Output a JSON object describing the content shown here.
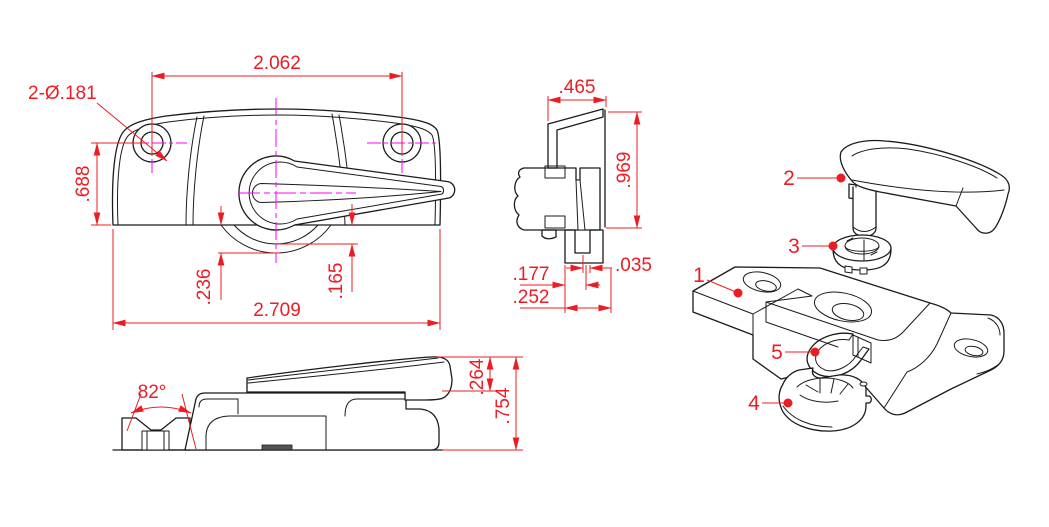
{
  "colors": {
    "dimension_red": "#ED1C24",
    "centerline_magenta": "#FF00FF",
    "line_black": "#1B1B1B",
    "background": "#FFFFFF"
  },
  "front_view": {
    "dims": {
      "hole_spacing": "2.062",
      "hole_callout": "2-Ø.181",
      "hole_height": ".688",
      "cam_drop_outer": ".236",
      "cam_drop_inner": ".165",
      "overall_width": "2.709"
    }
  },
  "section_view": {
    "dims": {
      "top_width": ".465",
      "overall_height": ".969",
      "lip_offset": ".035",
      "foot_inner": ".177",
      "foot_outer": ".252"
    }
  },
  "side_view": {
    "dims": {
      "countersink_angle": "82°",
      "handle_rise": ".264",
      "overall_height": ".754"
    }
  },
  "exploded_view": {
    "callouts": [
      {
        "num": "1"
      },
      {
        "num": "2"
      },
      {
        "num": "3"
      },
      {
        "num": "4"
      },
      {
        "num": "5"
      }
    ]
  }
}
